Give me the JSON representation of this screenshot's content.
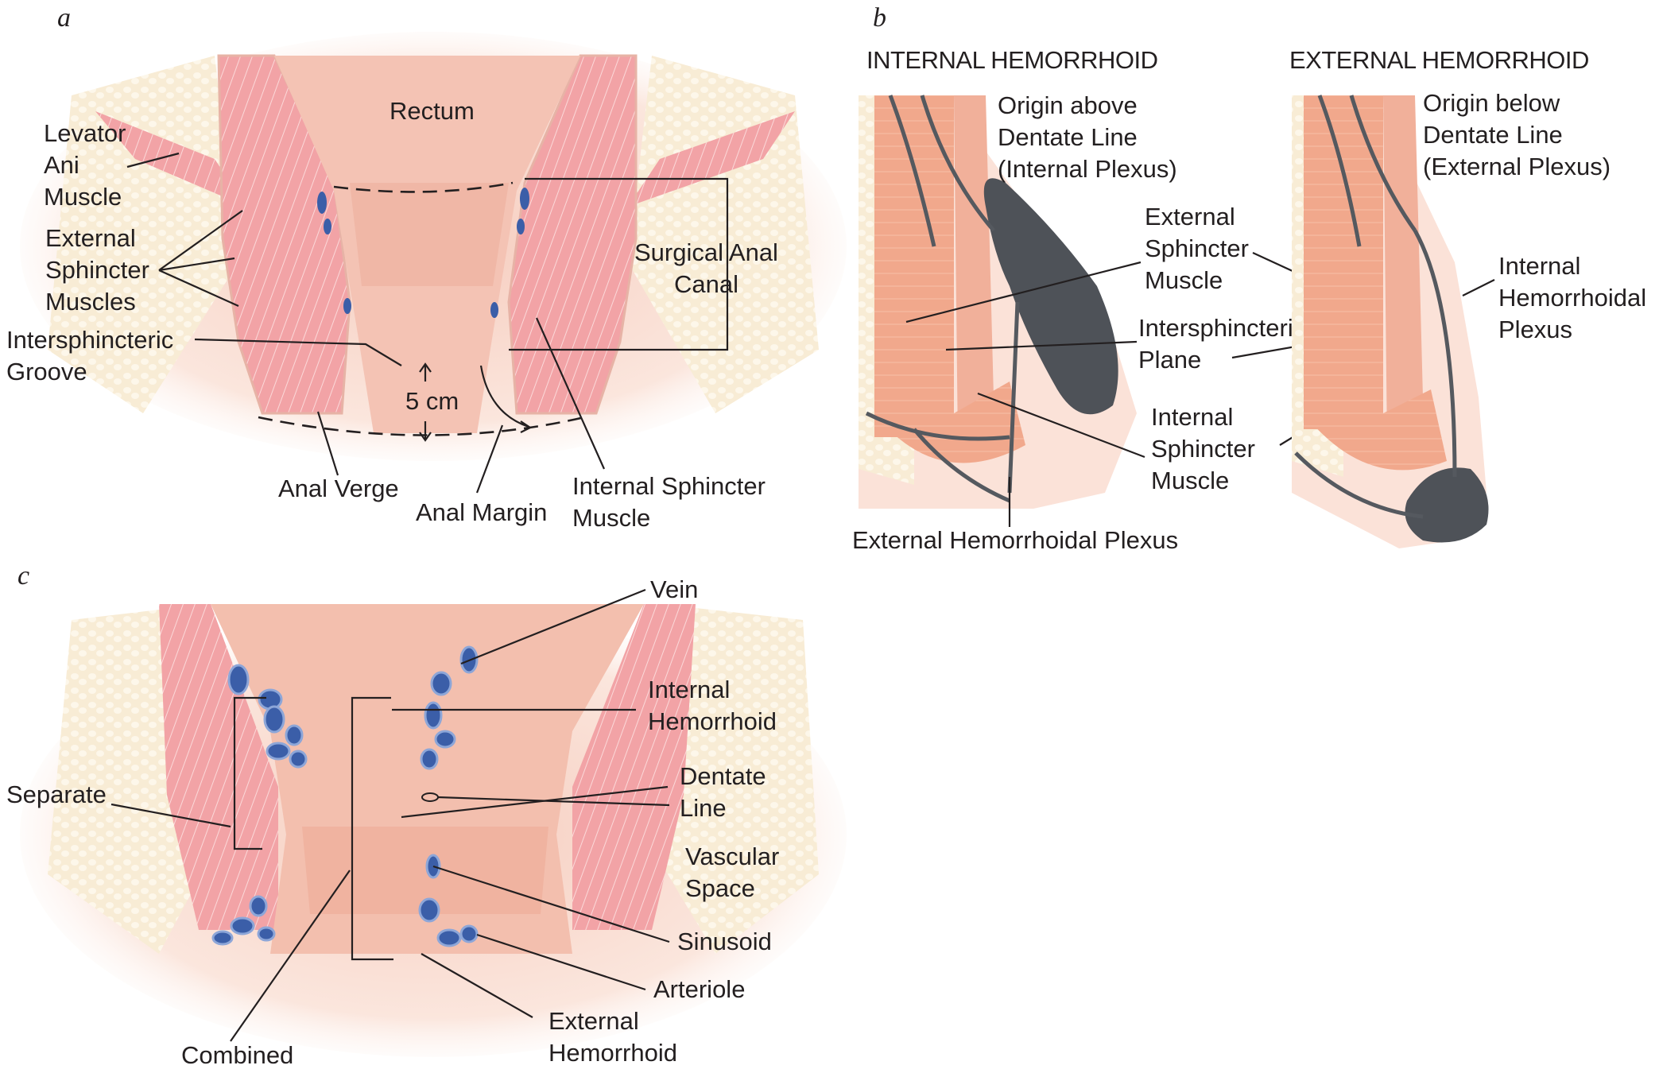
{
  "figure": {
    "panel_a": {
      "letter": "a",
      "labels": {
        "rectum": "Rectum",
        "levator": [
          "Levator",
          "Ani",
          "Muscle"
        ],
        "external_sphincter": [
          "External",
          "Sphincter",
          "Muscles"
        ],
        "intersphincteric_groove": [
          "Intersphincteric",
          "Groove"
        ],
        "surgical_canal": [
          "Surgical Anal",
          "Canal"
        ],
        "measure": "5 cm",
        "anal_verge": "Anal Verge",
        "anal_margin": "Anal Margin",
        "internal_sphincter": [
          "Internal Sphincter",
          "Muscle"
        ]
      }
    },
    "panel_b": {
      "letter": "b",
      "internal": {
        "title": "INTERNAL HEMORRHOID",
        "origin": [
          "Origin above",
          "Dentate Line",
          "(Internal Plexus)"
        ],
        "external_sphincter": [
          "External",
          "Sphincter",
          "Muscle"
        ],
        "intersphincteric": [
          "Intersphincteric",
          "Plane"
        ],
        "internal_sphincter": [
          "Internal",
          "Sphincter",
          "Muscle"
        ],
        "external_plexus": "External Hemorrhoidal Plexus"
      },
      "external": {
        "title": "EXTERNAL HEMORRHOID",
        "origin": [
          "Origin below",
          "Dentate Line",
          "(External Plexus)"
        ],
        "internal_plexus": [
          "Internal",
          "Hemorrhoidal",
          "Plexus"
        ]
      }
    },
    "panel_c": {
      "letter": "c",
      "labels": {
        "vein": "Vein",
        "internal_hemorrhoid": [
          "Internal",
          "Hemorrhoid"
        ],
        "dentate_line": [
          "Dentate",
          "Line"
        ],
        "vascular_space": [
          "Vascular",
          "Space"
        ],
        "sinusoid": "Sinusoid",
        "arteriole": "Arteriole",
        "external_hemorrhoid": [
          "External",
          "Hemorrhoid"
        ],
        "separate": "Separate",
        "combined": "Combined"
      }
    },
    "colors": {
      "muscle": "#f2a7a8",
      "muscle_light": "#f8c9c6",
      "mucosa": "#f3c0b0",
      "fat": "#f7ebd2",
      "vein_blue": "#3b5ea8",
      "vein_gray": "#55595f",
      "salmon": "#f0a98e"
    }
  }
}
